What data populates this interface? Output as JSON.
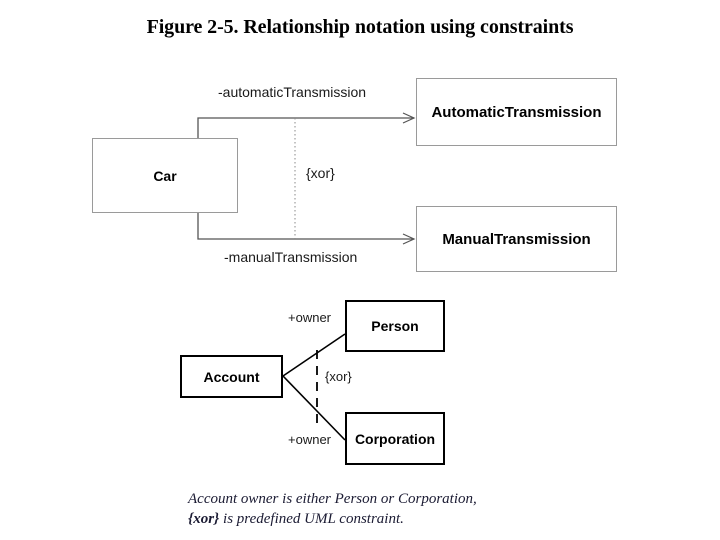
{
  "figure": {
    "title": "Figure 2-5. Relationship notation using constraints",
    "caption_line1": "Account owner is either Person or Corporation,",
    "caption_xor": "{xor}",
    "caption_line2_rest": " is predefined UML constraint."
  },
  "colors": {
    "background": "#ffffff",
    "text": "#000000",
    "gray_border": "#9a9a9a",
    "black_border": "#000000",
    "line": "#555555",
    "line_dark": "#000000",
    "caption_text": "#1b1b33"
  },
  "top_diagram": {
    "source_class": "Car",
    "targets": [
      {
        "name": "AutomaticTransmission",
        "role_label": "-automaticTransmission"
      },
      {
        "name": "ManualTransmission",
        "role_label": "-manualTransmission"
      }
    ],
    "constraint": "{xor}"
  },
  "bottom_diagram": {
    "source_class": "Account",
    "targets": [
      {
        "name": "Person",
        "role_label": "+owner"
      },
      {
        "name": "Corporation",
        "role_label": "+owner"
      }
    ],
    "constraint": "{xor}"
  }
}
